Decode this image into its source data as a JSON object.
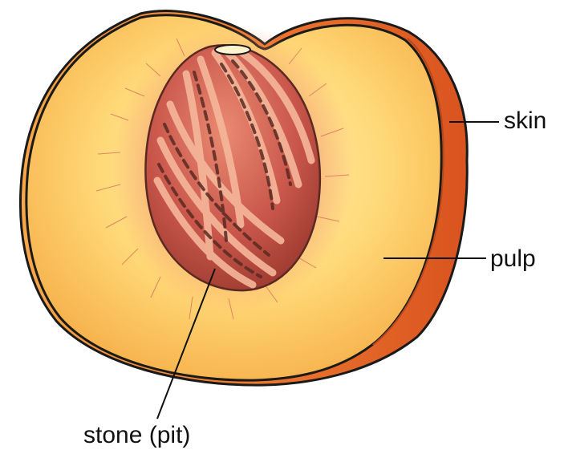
{
  "diagram": {
    "labels": {
      "skin": "skin",
      "pulp": "pulp",
      "stone": "stone (pit)"
    }
  },
  "colors": {
    "skin_outer": "#e8602a",
    "skin_inner": "#f59a3c",
    "pulp_light": "#ffe79a",
    "pulp_mid": "#fbc85a",
    "pulp_edge": "#f3a83e",
    "stone_base": "#c24a3a",
    "stone_ridge": "#f5b79a",
    "stone_groove": "#5a2a22",
    "outline": "#1a1a1a",
    "leader_line": "#111111",
    "fiber": "#d9705a"
  }
}
